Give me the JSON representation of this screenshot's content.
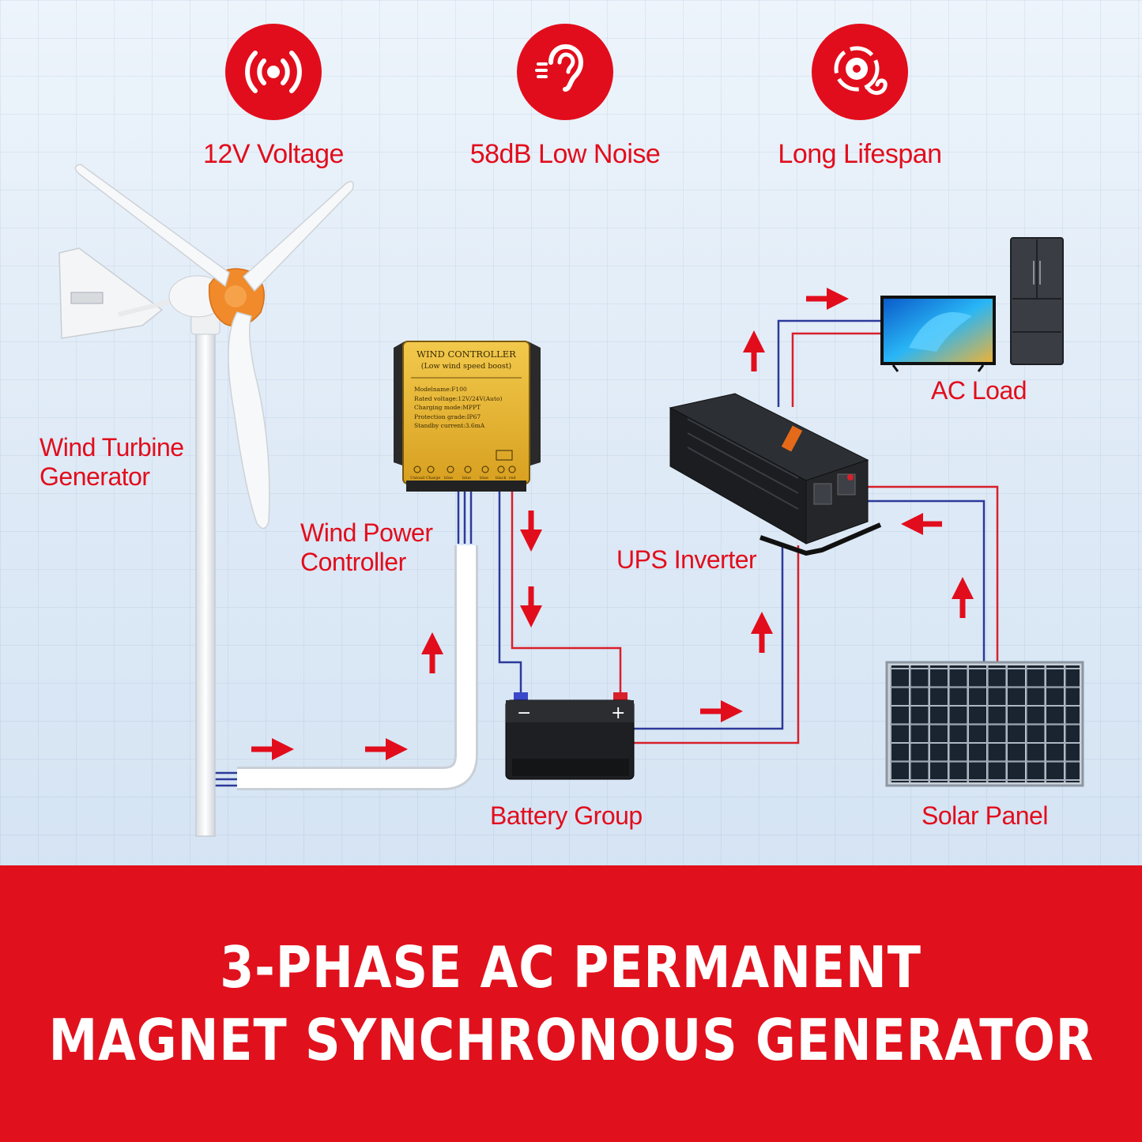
{
  "features": [
    {
      "label": "12V Voltage",
      "icon": "signal-waves-icon"
    },
    {
      "label": "58dB Low Noise",
      "icon": "ear-sound-icon"
    },
    {
      "label": "Long Lifespan",
      "icon": "gear-clock-icon"
    }
  ],
  "components": {
    "wind_turbine": "Wind Turbine\nGenerator",
    "wind_power_controller": "Wind Power\nController",
    "ups_inverter": "UPS Inverter",
    "ac_load": "AC Load",
    "battery_group": "Battery Group",
    "solar_panel": "Solar Panel"
  },
  "controller_panel": {
    "title": "WIND CONTROLLER",
    "subtitle": "(Low wind speed boost)",
    "specs": [
      "Modelname:F100",
      "Rated voltage:12V/24V(Auto)",
      "Charging mode:MPPT",
      "Protection grade:IP67",
      "Standby current:3.6mA"
    ],
    "terminals": [
      "Unload Charge",
      "blue",
      "blue",
      "blue",
      "black",
      "red"
    ]
  },
  "battery_terminals": {
    "negative": "−",
    "positive": "+"
  },
  "banner": {
    "line1": "3-PHASE AC PERMANENT",
    "line2": "MAGNET SYNCHRONOUS GENERATOR"
  },
  "colors": {
    "accent_red": "#e20d1c",
    "wire_blue": "#2c3a9a",
    "wire_red": "#d8202a",
    "banner_red": "#e0111d"
  }
}
